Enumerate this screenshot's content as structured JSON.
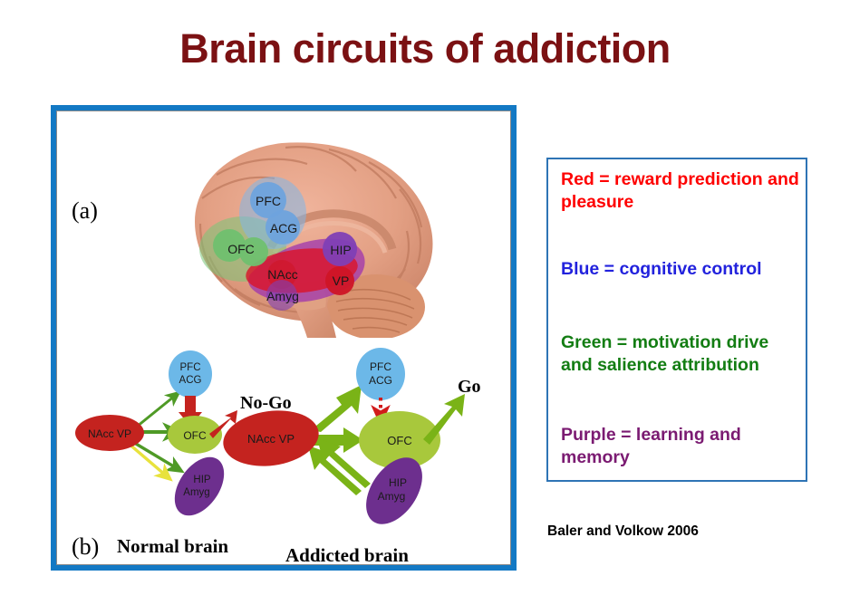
{
  "slide": {
    "title": "Brain circuits of addiction",
    "title_color": "#7b1113",
    "background": "#ffffff"
  },
  "figure": {
    "frame_color": "#1379c4",
    "panel_a": {
      "tag": "(a)",
      "description": "sagittal-brain-with-highlighted-regions",
      "regions": [
        {
          "label": "PFC",
          "color": "#6ea8e0",
          "group": "blue"
        },
        {
          "label": "ACG",
          "color": "#6ea8e0",
          "group": "blue"
        },
        {
          "label": "OFC",
          "color": "#7cc47c",
          "group": "green"
        },
        {
          "label": "HIP",
          "color": "#8e2fa8",
          "group": "purple"
        },
        {
          "label": "NAcc",
          "color": "#d01f2e",
          "group": "red"
        },
        {
          "label": "VP",
          "color": "#d01f2e",
          "group": "red"
        },
        {
          "label": "Amyg",
          "color": "#8e2fa8",
          "group": "purple"
        }
      ]
    },
    "panel_b": {
      "tag": "(b)",
      "caption_left": "Normal brain",
      "caption_right": "Addicted brain",
      "normal": {
        "nodes": [
          {
            "label": "PFC\nACG",
            "color": "#6cb8e8"
          },
          {
            "label": "OFC",
            "color": "#a8c83c"
          },
          {
            "label": "NAcc VP",
            "color": "#c4231f"
          },
          {
            "label": "HIP\nAmyg",
            "color": "#6d2f8e"
          }
        ],
        "output_label": "No-Go",
        "output_arrow_color": "#c4231f"
      },
      "addicted": {
        "nodes": [
          {
            "label": "PFC\nACG",
            "color": "#6cb8e8"
          },
          {
            "label": "OFC",
            "color": "#a8c83c"
          },
          {
            "label": "NAcc VP",
            "color": "#c4231f"
          },
          {
            "label": "HIP\nAmyg",
            "color": "#6d2f8e"
          }
        ],
        "output_label": "Go",
        "output_arrow_color": "#7ab317"
      }
    }
  },
  "legend": {
    "border_color": "#2e74b5",
    "entries": [
      {
        "text": "Red = reward prediction and pleasure",
        "color": "#fe0000"
      },
      {
        "text": "Blue = cognitive control",
        "color": "#2222dd"
      },
      {
        "text": "Green = motivation drive and salience attribution",
        "color": "#137d13"
      },
      {
        "text": "Purple = learning and memory",
        "color": "#7b1b72"
      }
    ]
  },
  "citation": "Baler and Volkow 2006"
}
